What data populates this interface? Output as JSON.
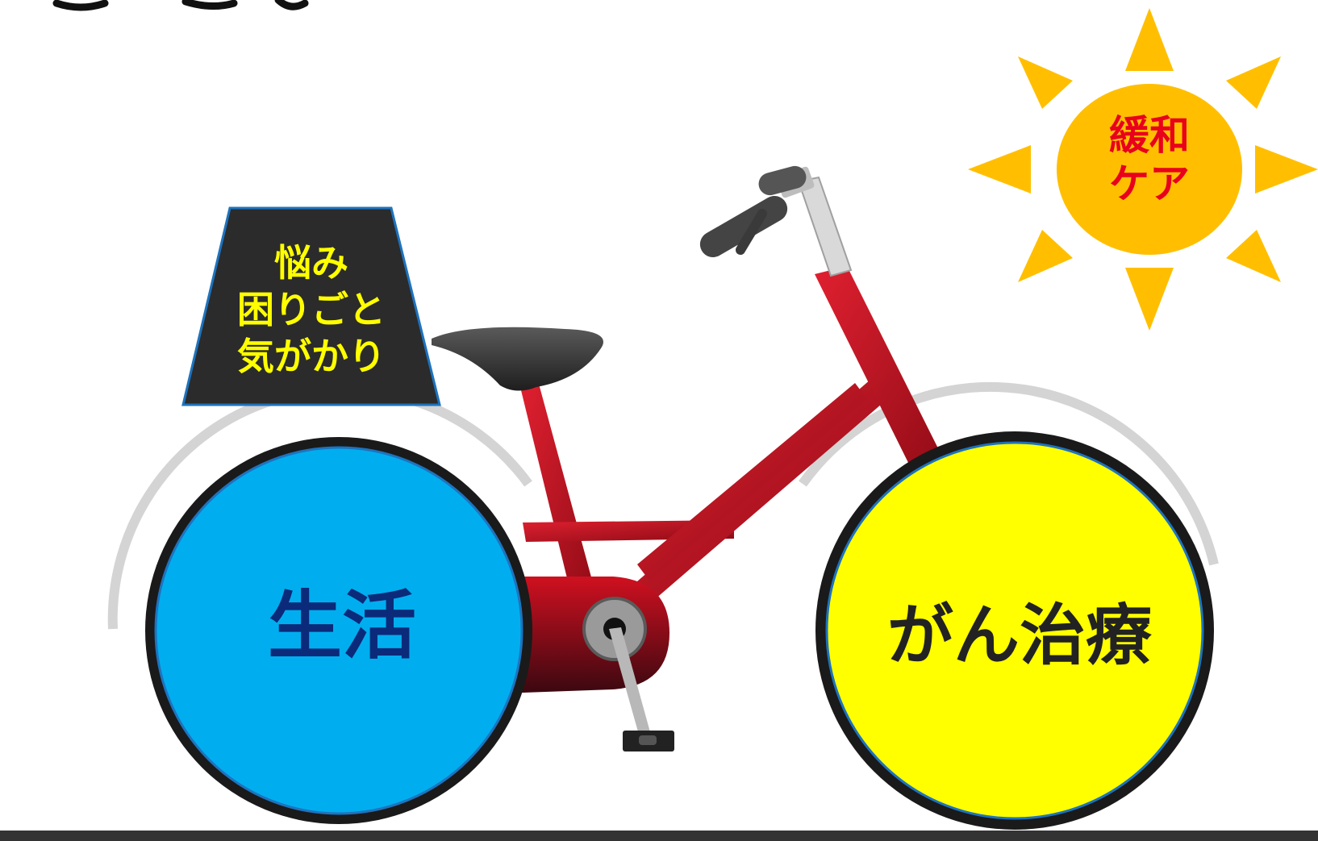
{
  "colors": {
    "life_wheel": "#00aeef",
    "treatment_wheel": "#ffff00",
    "tire": "#1a1a1a",
    "frame": "#c0101e",
    "sun": "#ffbf00",
    "basket": "#2b2b2b",
    "basket_text": "#ffff00",
    "ground": "#333333"
  },
  "labels": {
    "rear_wheel": "生活",
    "front_wheel": "がん治療",
    "sun": [
      "緩和",
      "ケア"
    ],
    "basket": [
      "悩み",
      "困りごと",
      "気がかり"
    ]
  },
  "icons": {
    "sun": "sun-icon",
    "bicycle": "bicycle-icon"
  }
}
